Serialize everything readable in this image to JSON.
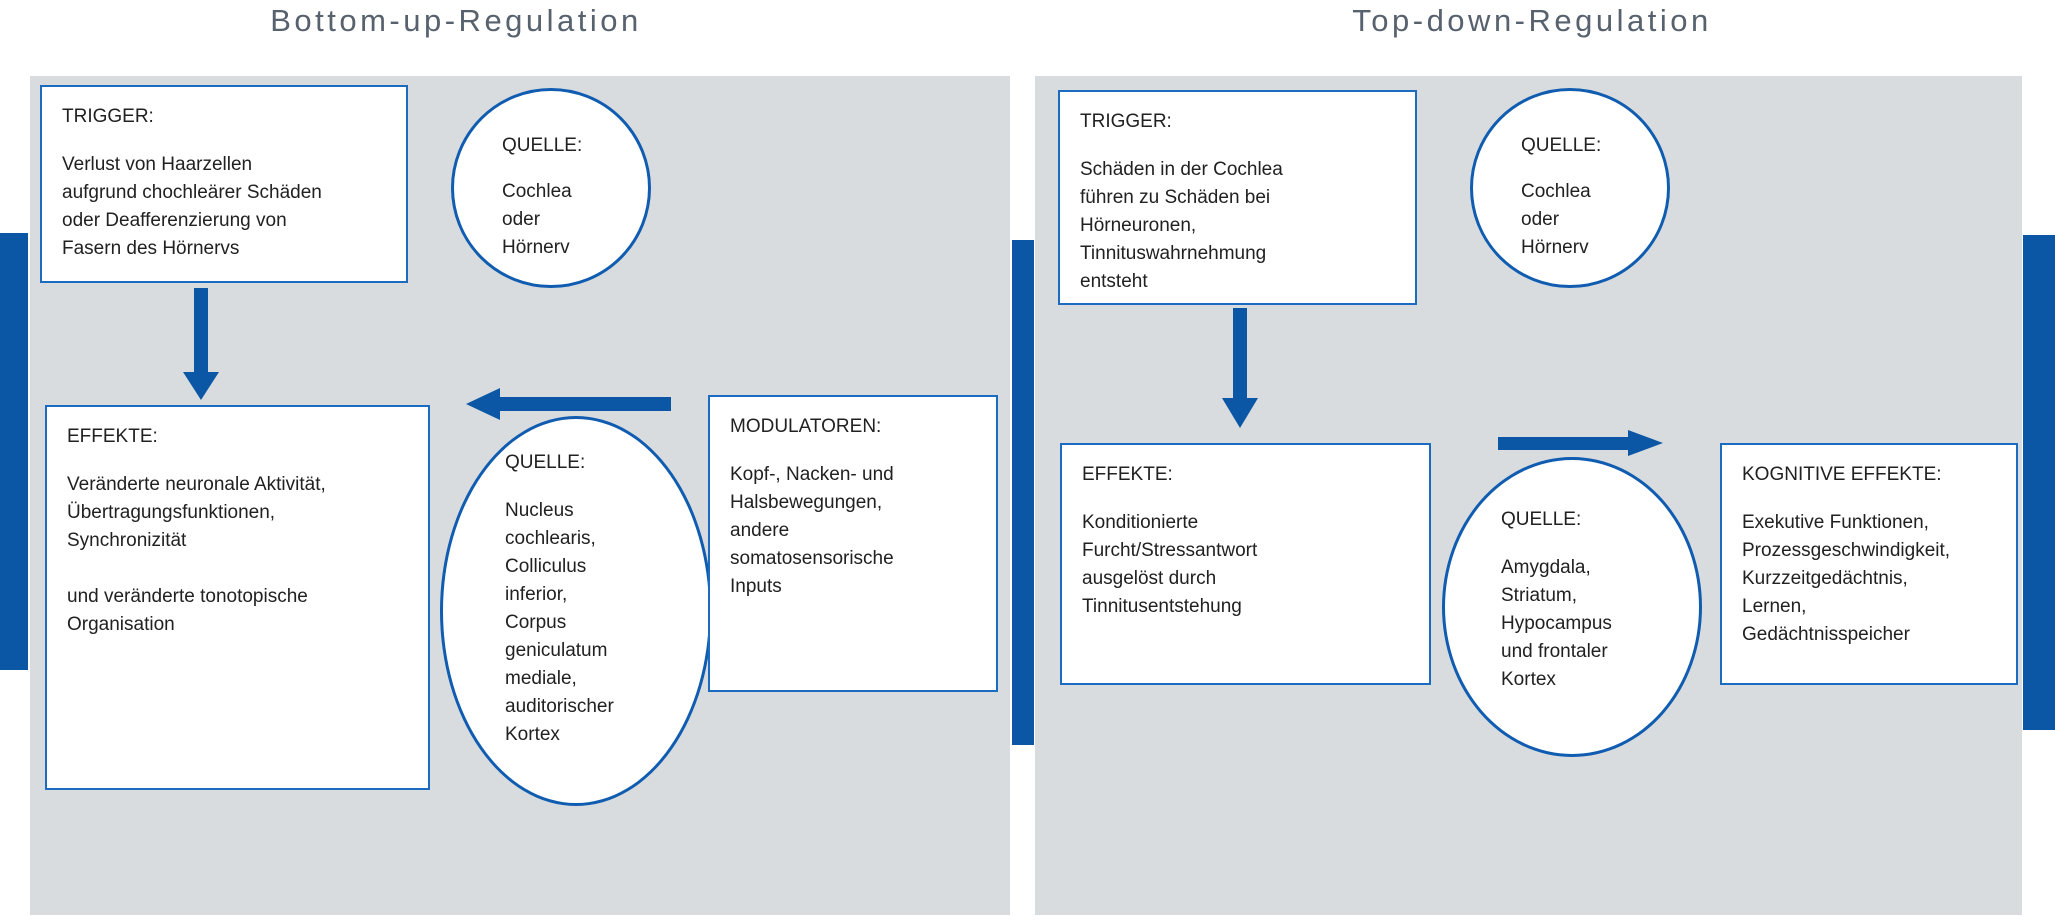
{
  "titles": {
    "left": "Bottom-up-Regulation",
    "right": "Top-down-Regulation"
  },
  "colors": {
    "accent_blue": "#0C57A5",
    "box_border_blue": "#1B6CC1",
    "panel_gray": "#D8DCDF",
    "title_text": "#57626E",
    "body_text": "#212121"
  },
  "left_panel": {
    "trigger": {
      "header": "TRIGGER:",
      "body": "Verlust von Haarzellen\naufgrund chochleärer Schäden\noder Deafferenzierung von\nFasern des Hörnervs"
    },
    "quelle_circle": {
      "header": "QUELLE:",
      "body": "Cochlea\noder\nHörnerv"
    },
    "effekte": {
      "header": "EFFEKTE:",
      "body": "Veränderte neuronale Aktivität,\nÜbertragungsfunktionen,\nSynchronizität\n\nund veränderte tonotopische\nOrganisation"
    },
    "quelle_ellipse": {
      "header": "QUELLE:",
      "body": "Nucleus\ncochlearis,\nColliculus\ninferior,\nCorpus\ngeniculatum\nmediale,\nauditorischer\nKortex"
    },
    "modulatoren": {
      "header": "MODULATOREN:",
      "body": "Kopf-, Nacken- und\nHalsbewegungen,\nandere\nsomatosensorische\nInputs"
    }
  },
  "right_panel": {
    "trigger": {
      "header": "TRIGGER:",
      "body": "Schäden in der Cochlea\nführen zu Schäden bei\nHörneuronen,\nTinnituswahrnehmung\nentsteht"
    },
    "quelle_circle": {
      "header": "QUELLE:",
      "body": "Cochlea\noder\nHörnerv"
    },
    "effekte": {
      "header": "EFFEKTE:",
      "body": "Konditionierte\nFurcht/Stressantwort\nausgelöst durch\nTinnitusentstehung"
    },
    "quelle_ellipse": {
      "header": "QUELLE:",
      "body": "Amygdala,\nStriatum,\nHypocampus\nund frontaler\nKortex"
    },
    "kognitive": {
      "header": "KOGNITIVE EFFEKTE:",
      "body": "Exekutive Funktionen,\nProzessgeschwindigkeit,\nKurzzeitgedächtnis,\nLernen,\nGedächtnisspeicher"
    }
  }
}
